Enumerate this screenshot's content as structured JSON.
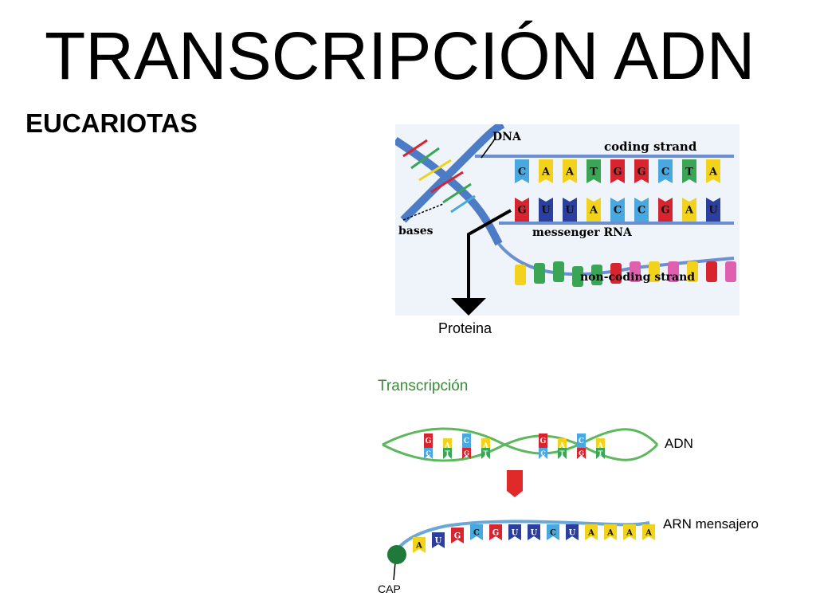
{
  "slide": {
    "title": "TRANSCRIPCIÓN ADN",
    "subtitle": "EUCARIOTAS"
  },
  "figure_top": {
    "label_dna": "DNA",
    "label_coding": "coding strand",
    "label_bases": "bases",
    "label_mrna": "messenger RNA",
    "label_noncoding": "non-coding strand",
    "label_protein": "Proteina",
    "coding_bases": [
      "C",
      "A",
      "A",
      "T",
      "G",
      "G",
      "C",
      "T",
      "A"
    ],
    "mrna_bases": [
      "G",
      "U",
      "U",
      "A",
      "C",
      "C",
      "G",
      "A",
      "U"
    ]
  },
  "figure_bottom": {
    "title": "Transcripción",
    "label_dna": "ADN",
    "label_mrna": "ARN mensajero",
    "label_cap": "CAP",
    "dna_left_top": [
      "G",
      "A",
      "C",
      "A"
    ],
    "dna_left_bottom": [
      "C",
      "T",
      "G",
      "T"
    ],
    "dna_right_top": [
      "G",
      "A",
      "C",
      "A"
    ],
    "dna_right_bottom": [
      "C",
      "T",
      "G",
      "T"
    ],
    "mrna_bases": [
      "A",
      "U",
      "G",
      "C",
      "G",
      "U",
      "U",
      "C",
      "U",
      "A",
      "A",
      "A",
      "A"
    ]
  },
  "colors": {
    "base_A": "#f2d21b",
    "base_T": "#3aa655",
    "base_G": "#d8242f",
    "base_C": "#4aa8e0",
    "base_U": "#2a3fa0",
    "dna_strand_green": "#5cb85c",
    "mrna_strand_blue": "#6aa8d8",
    "accent_red": "#e02a2a",
    "cap_green": "#1f7a3a"
  }
}
